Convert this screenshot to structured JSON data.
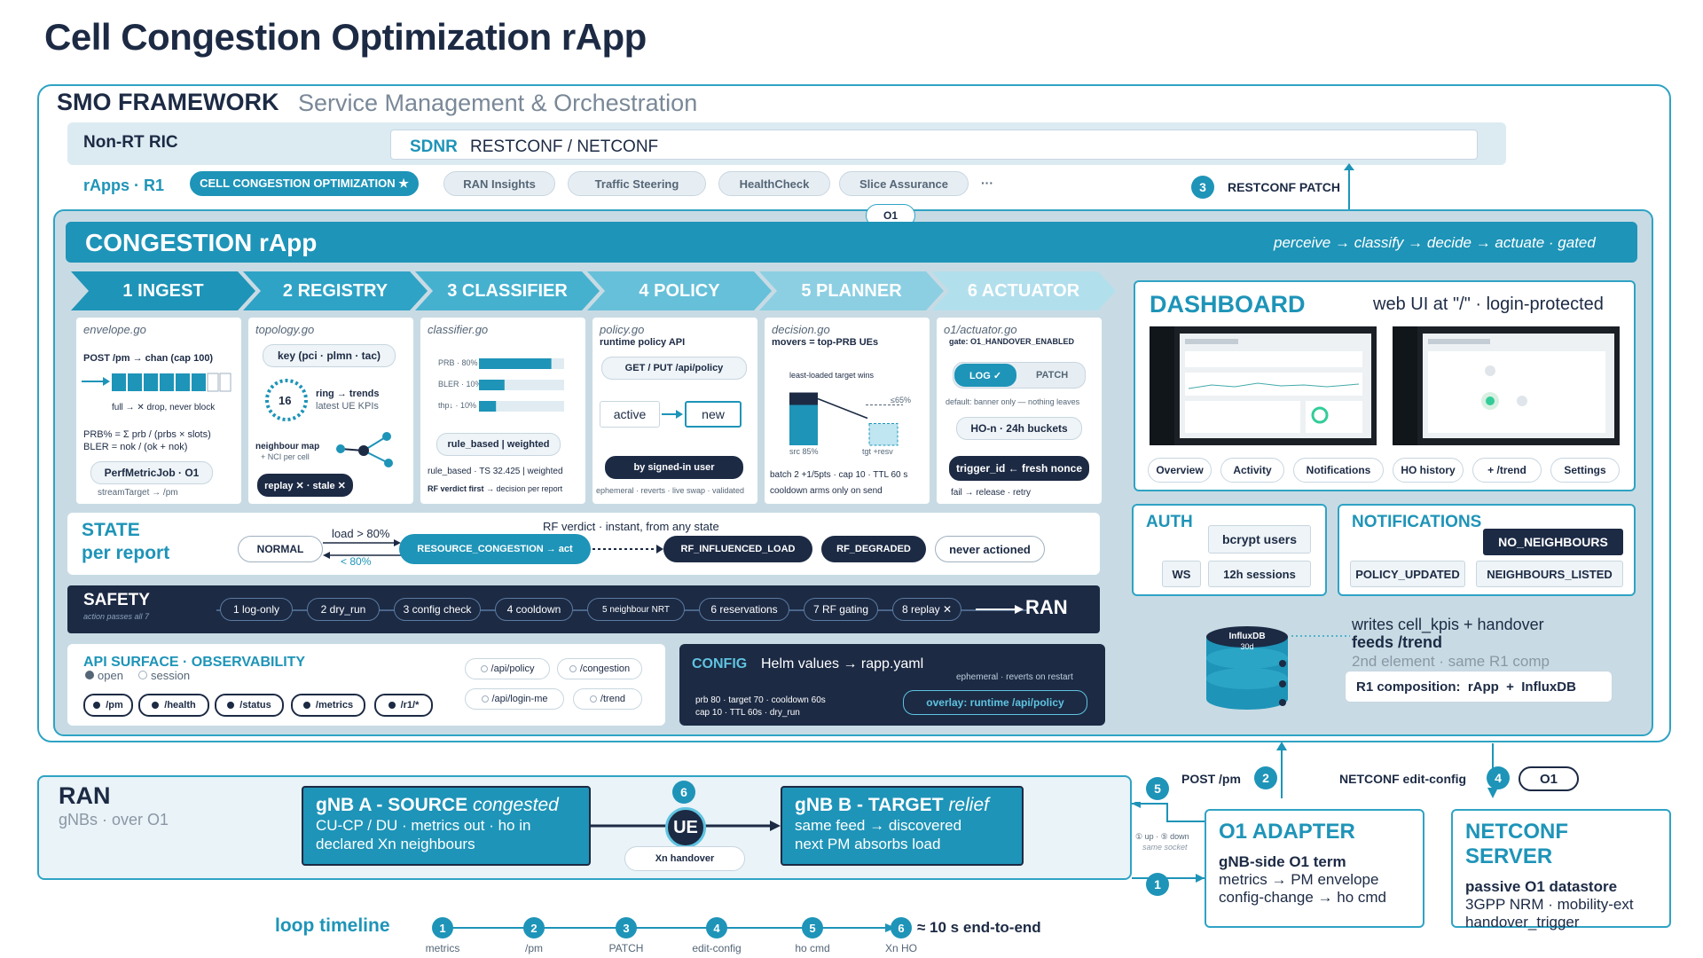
{
  "title": "Cell Congestion Optimization rApp",
  "smo": {
    "heading": "SMO FRAMEWORK",
    "subheading": "Service Management & Orchestration"
  },
  "nonrt": {
    "label": "Non-RT RIC",
    "sdnr_a": "SDNR",
    "sdnr_b": "RESTCONF / NETCONF"
  },
  "rapps": {
    "label": "rApps · R1",
    "items": [
      "CELL CONGESTION OPTIMIZATION ★",
      "RAN Insights",
      "Traffic Steering",
      "HealthCheck",
      "Slice Assurance"
    ],
    "more": "···"
  },
  "step3": {
    "num": "3",
    "label": "RESTCONF PATCH"
  },
  "o1_tag": "O1",
  "congestion": {
    "title": "CONGESTION rApp",
    "tagline": "perceive → classify → decide → actuate · gated"
  },
  "stages": [
    "1 INGEST",
    "2 REGISTRY",
    "3 CLASSIFIER",
    "4 POLICY",
    "5 PLANNER",
    "6 ACTUATOR"
  ],
  "ingest": {
    "file": "envelope.go",
    "post": "POST /pm → chan (cap 100)",
    "full": "full → ✕ drop, never block",
    "prb": "PRB% = Σ prb / (prbs × slots)",
    "bler": "BLER = nok / (ok + nok)",
    "job": "PerfMetricJob · O1",
    "stream": "streamTarget → /pm"
  },
  "registry": {
    "file": "topology.go",
    "key": "key (pci · plmn · tac)",
    "ring_num": "16",
    "ring1": "ring → trends",
    "ring2": "latest UE KPIs",
    "nmap1": "neighbour map",
    "nmap2": "+ NCI per cell",
    "replay": "replay ✕ · stale ✕"
  },
  "classifier": {
    "file": "classifier.go",
    "bars": [
      {
        "label": "PRB · 80%",
        "value": 0.85
      },
      {
        "label": "BLER · 10%",
        "value": 0.3
      },
      {
        "label": "thp↓ · 10%",
        "value": 0.2
      }
    ],
    "rule": "rule_based | weighted",
    "rule2": "rule_based · TS 32.425 | weighted",
    "verdict_b": "RF verdict first",
    "verdict": "→ decision per report"
  },
  "policy": {
    "file": "policy.go",
    "api": "runtime policy API",
    "get": "GET / PUT /api/policy",
    "active": "active",
    "new": "new",
    "signed": "by signed-in user",
    "eph": "ephemeral · reverts · live swap · validated"
  },
  "planner": {
    "file": "decision.go",
    "movers": "movers = top-PRB UEs",
    "least": "least-loaded target wins",
    "src_val": 0.85,
    "tgt_val": 0.35,
    "tgt_limit": "≤65%",
    "src": "src 85%",
    "tgt": "tgt +resv",
    "batch": "batch 2 +1/5pts · cap 10 · TTL 60 s",
    "cooldown": "cooldown arms only on send"
  },
  "actuator": {
    "file": "o1/actuator.go",
    "gate": "gate: O1_HANDOVER_ENABLED",
    "log": "LOG ✓",
    "patch": "PATCH",
    "default": "default: banner only — nothing leaves",
    "ho": "HO-n · 24h buckets",
    "trigger": "trigger_id ← fresh nonce",
    "fail": "fail → release · retry"
  },
  "state": {
    "title1": "STATE",
    "title2": "per report",
    "normal": "NORMAL",
    "load": "load > 80%",
    "lt": "< 80%",
    "rc": "RESOURCE_CONGESTION → act",
    "rfv": "RF verdict · instant, from any state",
    "rfi": "RF_INFLUENCED_LOAD",
    "rfd": "RF_DEGRADED",
    "never": "never actioned"
  },
  "safety": {
    "title": "SAFETY",
    "sub": "action passes all 7",
    "items": [
      "1 log-only",
      "2 dry_run",
      "3 config check",
      "4 cooldown",
      "5 neighbour NRT",
      "6 reservations",
      "7 RF gating",
      "8 replay ✕"
    ],
    "ran": "RAN"
  },
  "api": {
    "title": "API SURFACE · OBSERVABILITY",
    "open": "open",
    "session": "session",
    "open_items": [
      "/pm",
      "/health",
      "/status",
      "/metrics",
      "/r1/*"
    ],
    "session_items": [
      "/api/policy",
      "/congestion",
      "/api/login-me",
      "/trend"
    ]
  },
  "config": {
    "title": "CONFIG",
    "sub": "Helm values → rapp.yaml",
    "eph": "ephemeral · reverts on restart",
    "l1": "prb 80 · target 70 · cooldown 60s",
    "l2": "cap 10 · TTL 60s · dry_run",
    "overlay": "overlay: runtime /api/policy"
  },
  "dashboard": {
    "title": "DASHBOARD",
    "sub": "web UI at \"/\" · login-protected",
    "tabs": [
      "Overview",
      "Activity",
      "Notifications",
      "HO history",
      "+ /trend",
      "Settings"
    ]
  },
  "auth": {
    "title": "AUTH",
    "b1": "bcrypt users",
    "ws": "WS",
    "b2": "12h sessions"
  },
  "notifications": {
    "title": "NOTIFICATIONS",
    "items": [
      "NO_NEIGHBOURS",
      "POLICY_UPDATED",
      "NEIGHBOURS_LISTED"
    ]
  },
  "influx": {
    "name": "InfluxDB",
    "sub": "30d",
    "l1": "writes cell_kpis + handover",
    "l2": "feeds /trend",
    "l3": "2nd element · same R1 comp",
    "comp": "R1 composition:  rApp  +  InfluxDB"
  },
  "ran": {
    "title": "RAN",
    "sub": "gNBs · over O1",
    "a_h": "gNB A - SOURCE",
    "a_i": "congested",
    "a_l1": "CU-CP / DU · metrics out · ho in",
    "a_l2": "declared Xn neighbours",
    "b_h": "gNB B - TARGET",
    "b_i": "relief",
    "b_l1": "same feed → discovered",
    "b_l2": "next PM absorbs load",
    "ue": "UE",
    "ue_num": "6",
    "xn": "Xn handover"
  },
  "links": {
    "post_pm": "POST /pm",
    "n2": "2",
    "netconf": "NETCONF edit-config",
    "n4": "4",
    "o1": "O1",
    "n5": "5",
    "n1": "1",
    "updown": "① up · ⑤ down",
    "same": "same socket"
  },
  "adapter": {
    "title": "O1 ADAPTER",
    "b": "gNB-side O1 term",
    "l1": "metrics → PM envelope",
    "l2": "config-change → ho cmd"
  },
  "netconf_srv": {
    "title": "NETCONF SERVER",
    "b": "passive O1 datastore",
    "l1": "3GPP NRM · mobility-ext",
    "l2": "handover_trigger"
  },
  "timeline": {
    "label": "loop timeline",
    "nums": [
      "1",
      "2",
      "3",
      "4",
      "5",
      "6"
    ],
    "labels": [
      "metrics",
      "/pm",
      "PATCH",
      "edit-config",
      "ho cmd",
      "Xn HO"
    ],
    "end": "≈ 10 s end-to-end"
  }
}
